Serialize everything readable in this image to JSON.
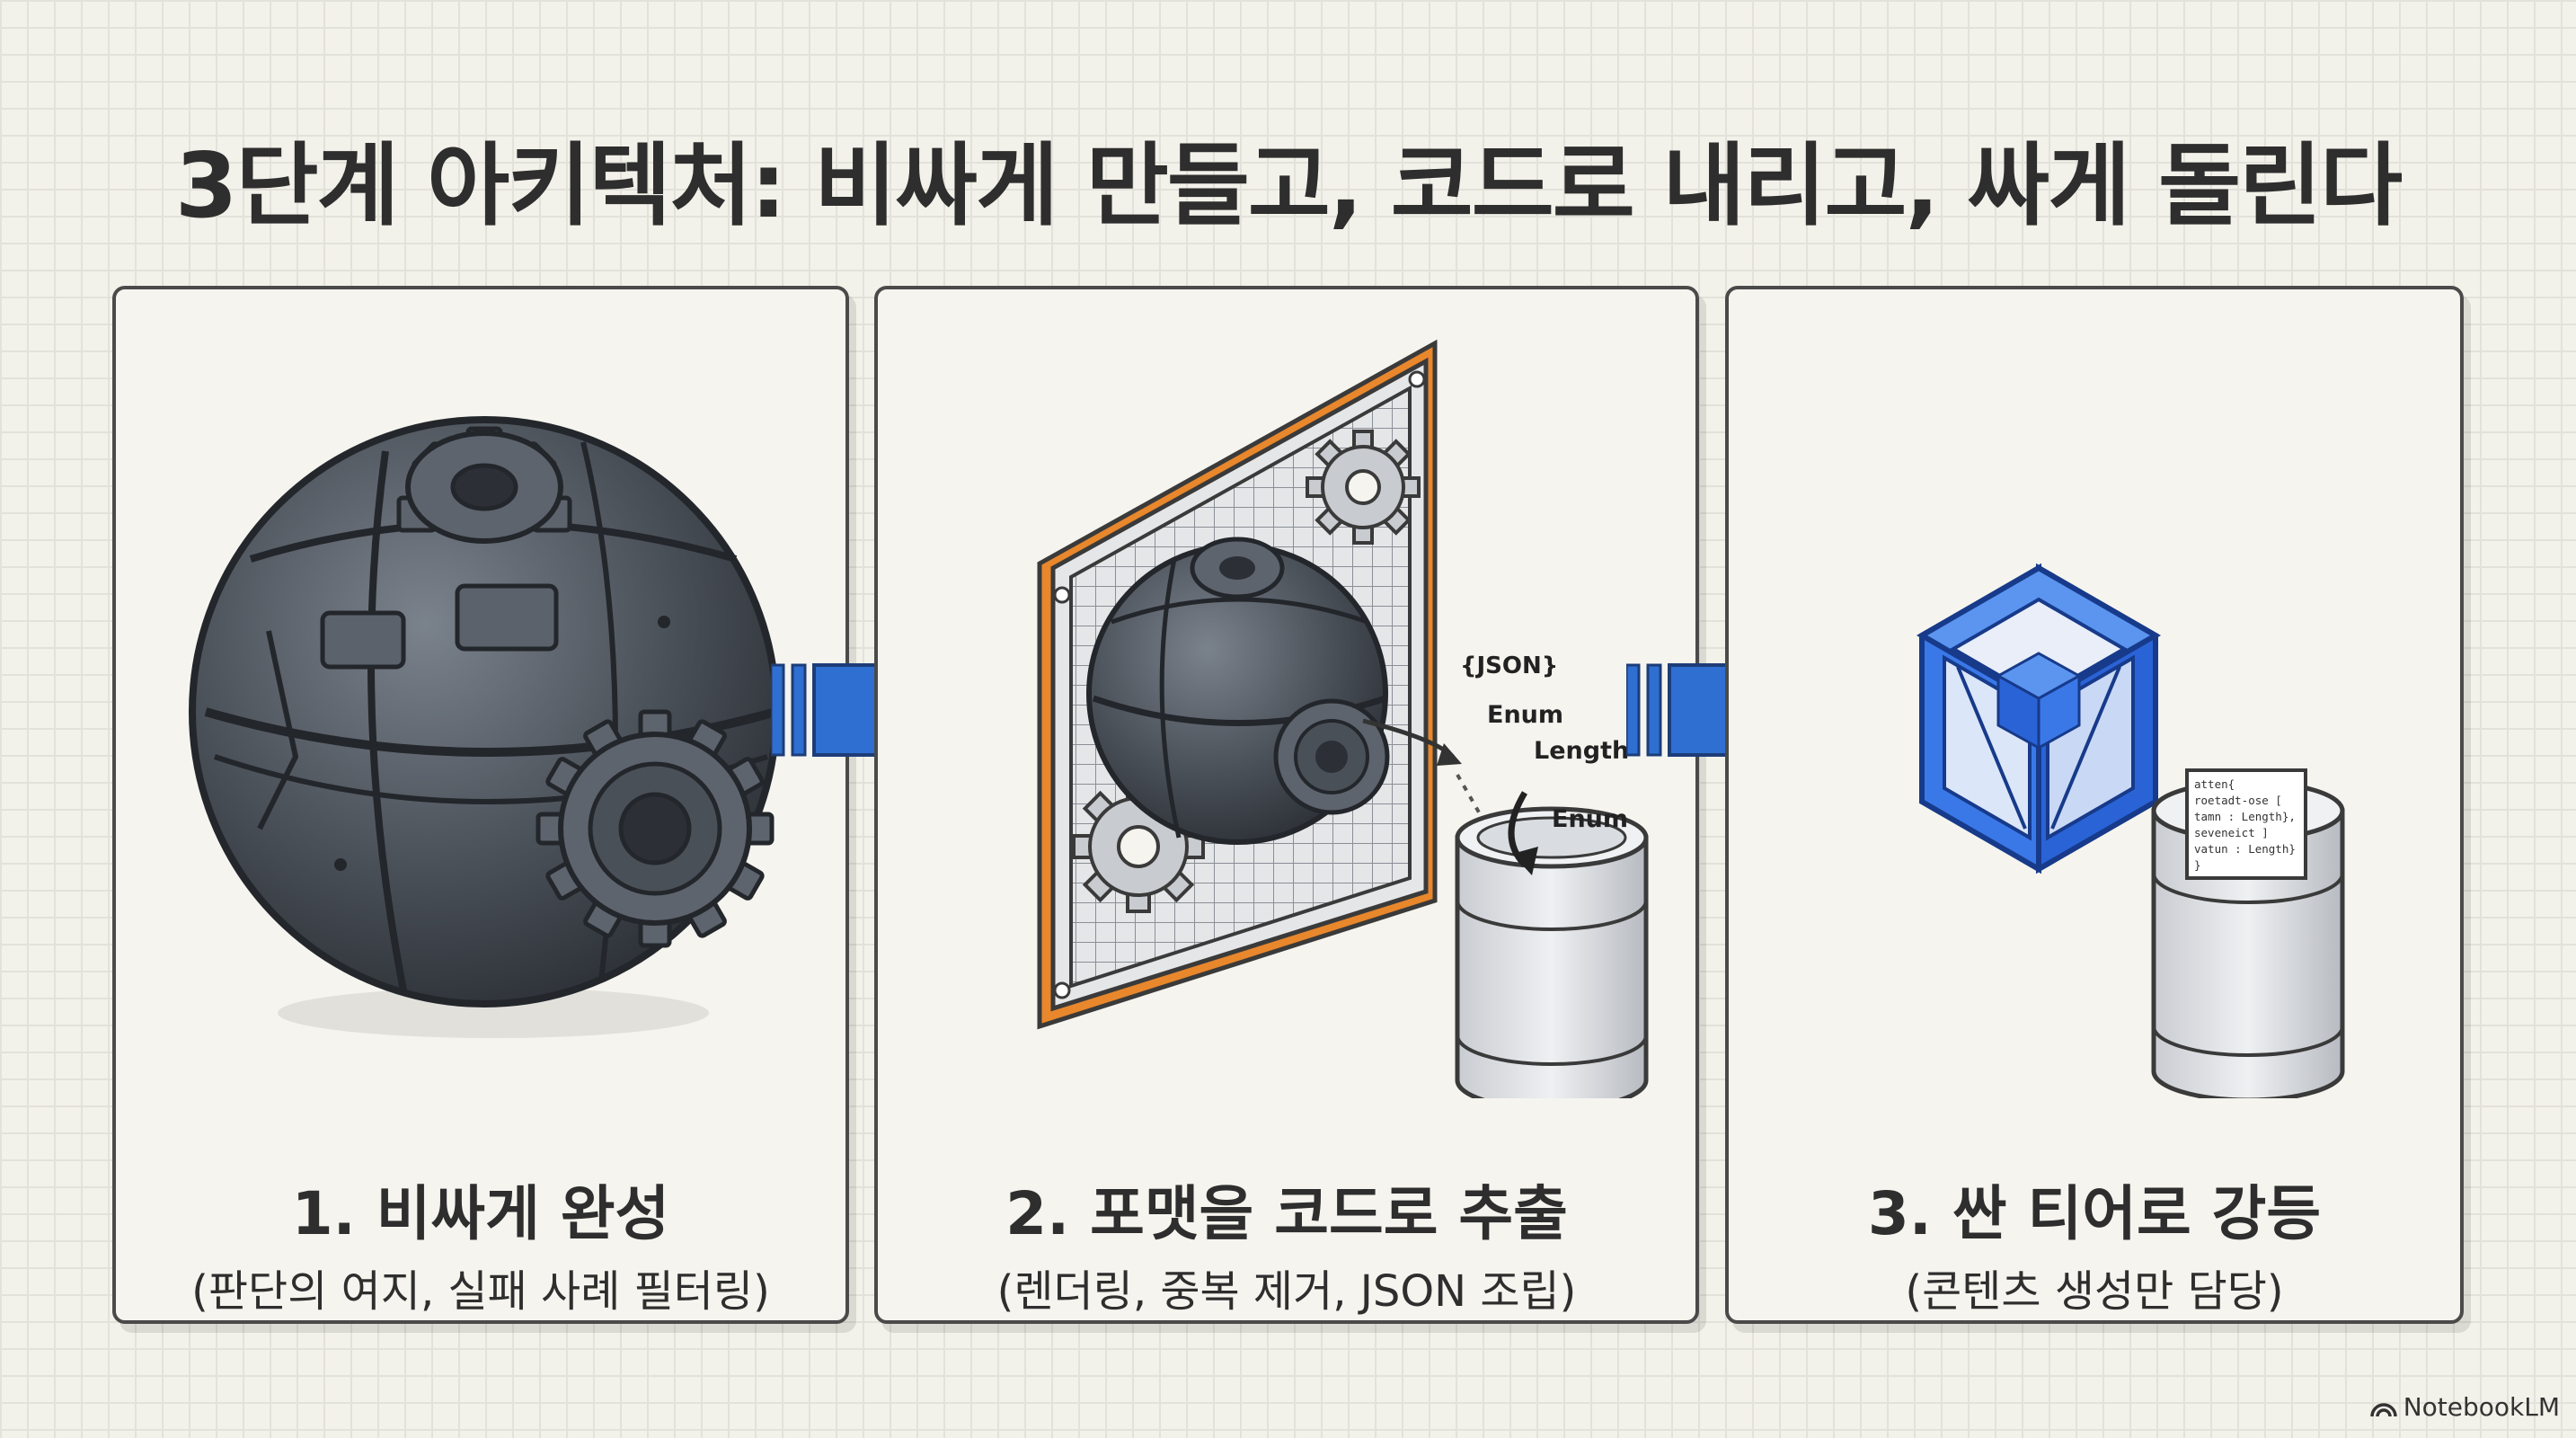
{
  "title": "3단계 아키텍처: 비싸게 만들고, 코드로 내리고, 싸게 돌린다",
  "stages": [
    {
      "title": "1. 비싸게 완성",
      "subtitle": "(판단의 여지, 실패 사례 필터링)"
    },
    {
      "title": "2. 포맷을 코드로 추출",
      "subtitle": "(렌더링, 중복 제거, JSON 조립)",
      "labels": {
        "json": "{JSON}",
        "enum1": "Enum",
        "length": "Length",
        "enum2": "Enum"
      }
    },
    {
      "title": "3. 싼 티어로 강등",
      "subtitle": "(콘텐츠 생성만 담당)",
      "doc_lines": [
        "atten{",
        "roetadt-ose [",
        "tamn : Length},",
        "seveneict ]",
        "vatun : Length}",
        "}"
      ]
    }
  ],
  "brand": "NotebookLM",
  "colors": {
    "accent": "#2f6fd1",
    "cube": "#2a63d6",
    "orange": "#e8872c",
    "sphere": "#4a5058"
  },
  "icons": [
    "gear-sphere",
    "grid-frame",
    "gear-icon",
    "cylinder-icon",
    "cube-icon",
    "document-icon",
    "arrow-right-icon",
    "notebooklm-logo-icon"
  ]
}
